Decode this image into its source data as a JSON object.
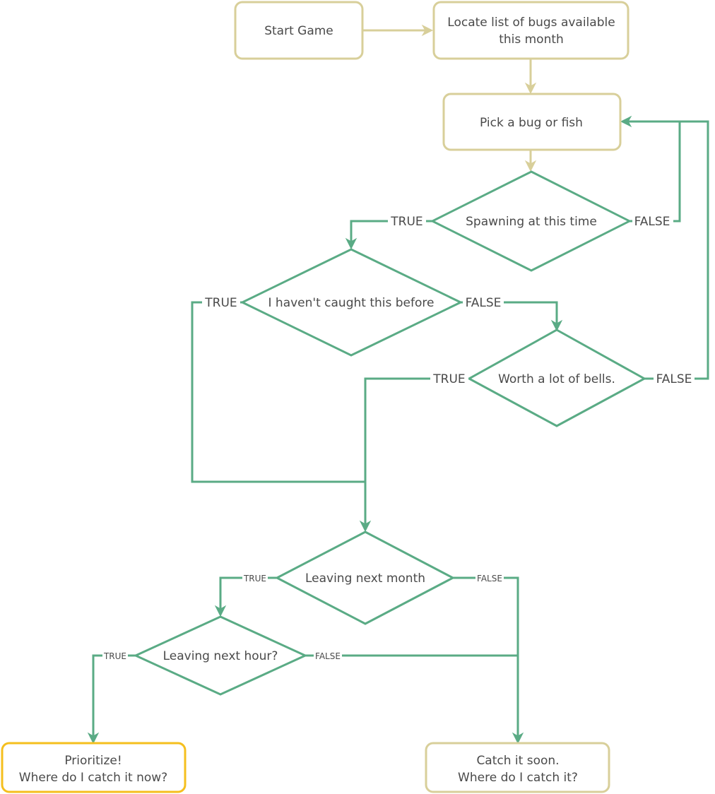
{
  "diagram": {
    "colors": {
      "process_border": "#d8cf9a",
      "decision_border": "#5aab85",
      "highlight_border": "#f5bf1e",
      "connector_start": "#d8cf9a",
      "connector_flow": "#5aab85",
      "text": "#4a4a4a"
    },
    "nodes": {
      "start": {
        "type": "process",
        "lines": [
          "Start Game"
        ]
      },
      "locate": {
        "type": "process",
        "lines": [
          "Locate list of bugs available",
          "this month"
        ]
      },
      "pick": {
        "type": "process",
        "lines": [
          "Pick a bug or fish"
        ]
      },
      "spawning": {
        "type": "decision",
        "lines": [
          "Spawning at this time"
        ]
      },
      "caught": {
        "type": "decision",
        "lines": [
          "I haven't caught this before"
        ]
      },
      "worth": {
        "type": "decision",
        "lines": [
          "Worth a lot of bells."
        ]
      },
      "leaving_month": {
        "type": "decision",
        "lines": [
          "Leaving next month"
        ]
      },
      "leaving_hour": {
        "type": "decision",
        "lines": [
          "Leaving next hour?"
        ]
      },
      "prioritize": {
        "type": "terminal-highlight",
        "lines": [
          "Prioritize!",
          "Where do I catch it now?"
        ]
      },
      "catch_soon": {
        "type": "process",
        "lines": [
          "Catch it soon.",
          "Where do I catch it?"
        ]
      }
    },
    "edges": [
      {
        "id": "start-locate",
        "from": "start",
        "to": "locate",
        "label": ""
      },
      {
        "id": "locate-pick",
        "from": "locate",
        "to": "pick",
        "label": ""
      },
      {
        "id": "pick-spawning",
        "from": "pick",
        "to": "spawning",
        "label": ""
      },
      {
        "id": "spawning-true",
        "from": "spawning",
        "to": "caught",
        "label": "TRUE"
      },
      {
        "id": "spawning-false",
        "from": "spawning",
        "to": "pick",
        "label": "FALSE"
      },
      {
        "id": "caught-true",
        "from": "caught",
        "to": "leaving_month",
        "label": "TRUE"
      },
      {
        "id": "caught-false",
        "from": "caught",
        "to": "worth",
        "label": "FALSE"
      },
      {
        "id": "worth-true",
        "from": "worth",
        "to": "leaving_month",
        "label": "TRUE"
      },
      {
        "id": "worth-false",
        "from": "worth",
        "to": "pick",
        "label": "FALSE"
      },
      {
        "id": "month-true",
        "from": "leaving_month",
        "to": "leaving_hour",
        "label": "TRUE"
      },
      {
        "id": "month-false",
        "from": "leaving_month",
        "to": "catch_soon",
        "label": "FALSE"
      },
      {
        "id": "hour-true",
        "from": "leaving_hour",
        "to": "prioritize",
        "label": "TRUE"
      },
      {
        "id": "hour-false",
        "from": "leaving_hour",
        "to": "catch_soon",
        "label": "FALSE"
      }
    ]
  }
}
